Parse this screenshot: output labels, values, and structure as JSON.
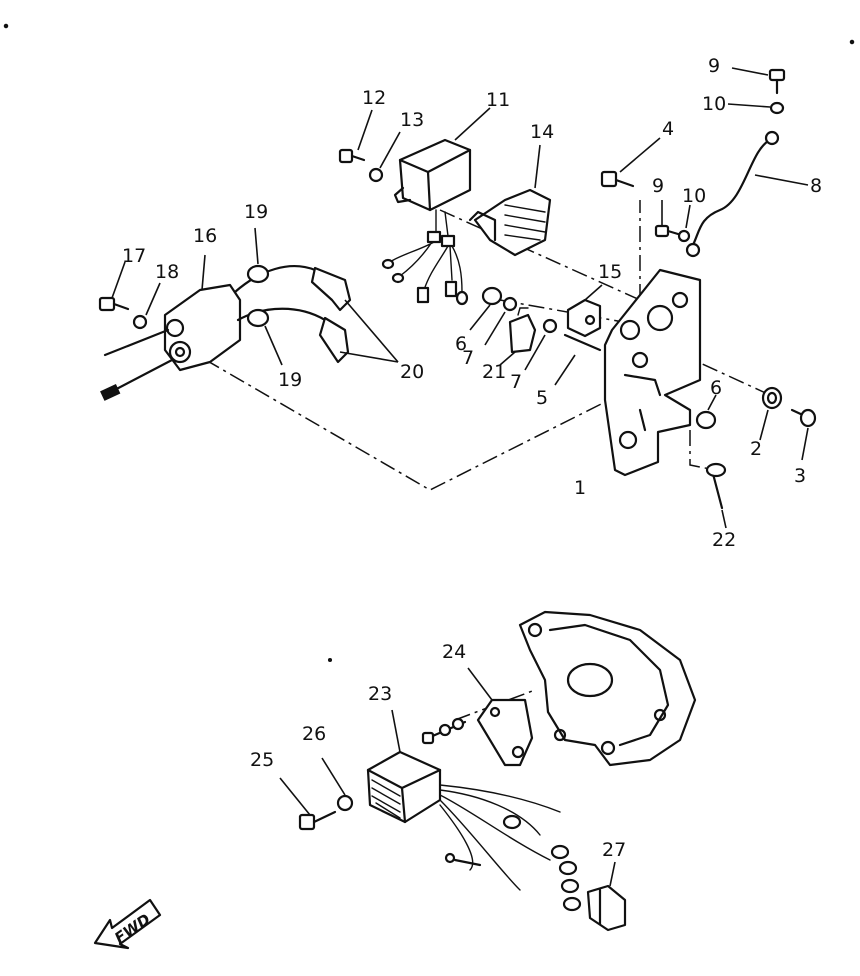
{
  "callouts": {
    "c1": "1",
    "c2": "2",
    "c3": "3",
    "c4": "4",
    "c5": "5",
    "c6a": "6",
    "c6b": "6",
    "c7a": "7",
    "c7b": "7",
    "c8": "8",
    "c9a": "9",
    "c9b": "9",
    "c10a": "10",
    "c10b": "10",
    "c11": "11",
    "c12": "12",
    "c13": "13",
    "c14": "14",
    "c15": "15",
    "c16": "16",
    "c17": "17",
    "c18": "18",
    "c19a": "19",
    "c19b": "19",
    "c20": "20",
    "c21": "21",
    "c22": "22",
    "c23": "23",
    "c24": "24",
    "c25": "25",
    "c26": "26",
    "c27": "27"
  },
  "fwd_label": "FWD"
}
